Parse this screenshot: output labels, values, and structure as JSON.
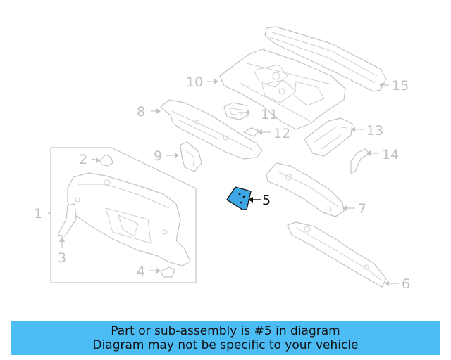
{
  "diagram": {
    "callouts": {
      "c1": "1",
      "c2": "2",
      "c3": "3",
      "c4": "4",
      "c5": "5",
      "c6": "6",
      "c7": "7",
      "c8": "8",
      "c9": "9",
      "c10": "10",
      "c11": "11",
      "c12": "12",
      "c13": "13",
      "c14": "14",
      "c15": "15"
    },
    "highlighted_part": "5",
    "highlight_color": "#3ea7e6"
  },
  "banner": {
    "line1": "Part or sub-assembly is #5 in diagram",
    "line2": "Diagram may not be specific to your vehicle",
    "background": "#4cbcf4"
  }
}
